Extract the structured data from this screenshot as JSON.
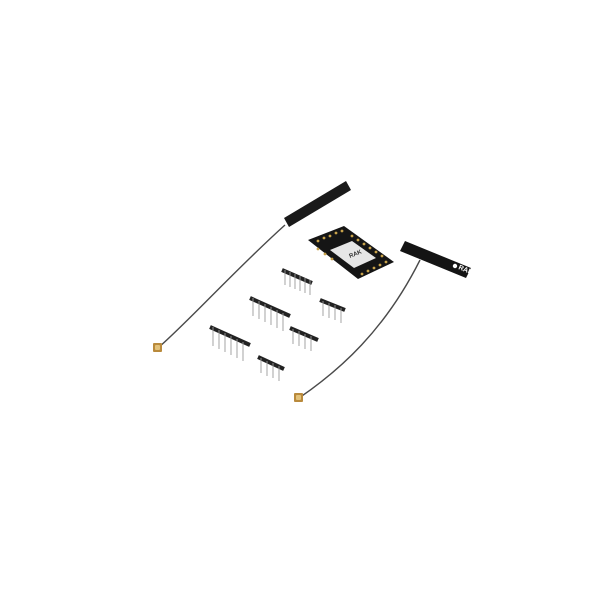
{
  "scene": {
    "background": "#ffffff",
    "objects": [
      {
        "name": "left-flex-antenna",
        "color": "#1a1a1a"
      },
      {
        "name": "right-flex-antenna",
        "color": "#141414"
      },
      {
        "name": "rak-module-board",
        "color": "#151515"
      },
      {
        "name": "pin-header-strips",
        "count": 6
      },
      {
        "name": "ufl-connectors",
        "color": "#b98a3c"
      }
    ]
  },
  "labels": {
    "left_antenna_print": "",
    "right_antenna_logo": "RAK",
    "module_logo": "RAK"
  }
}
